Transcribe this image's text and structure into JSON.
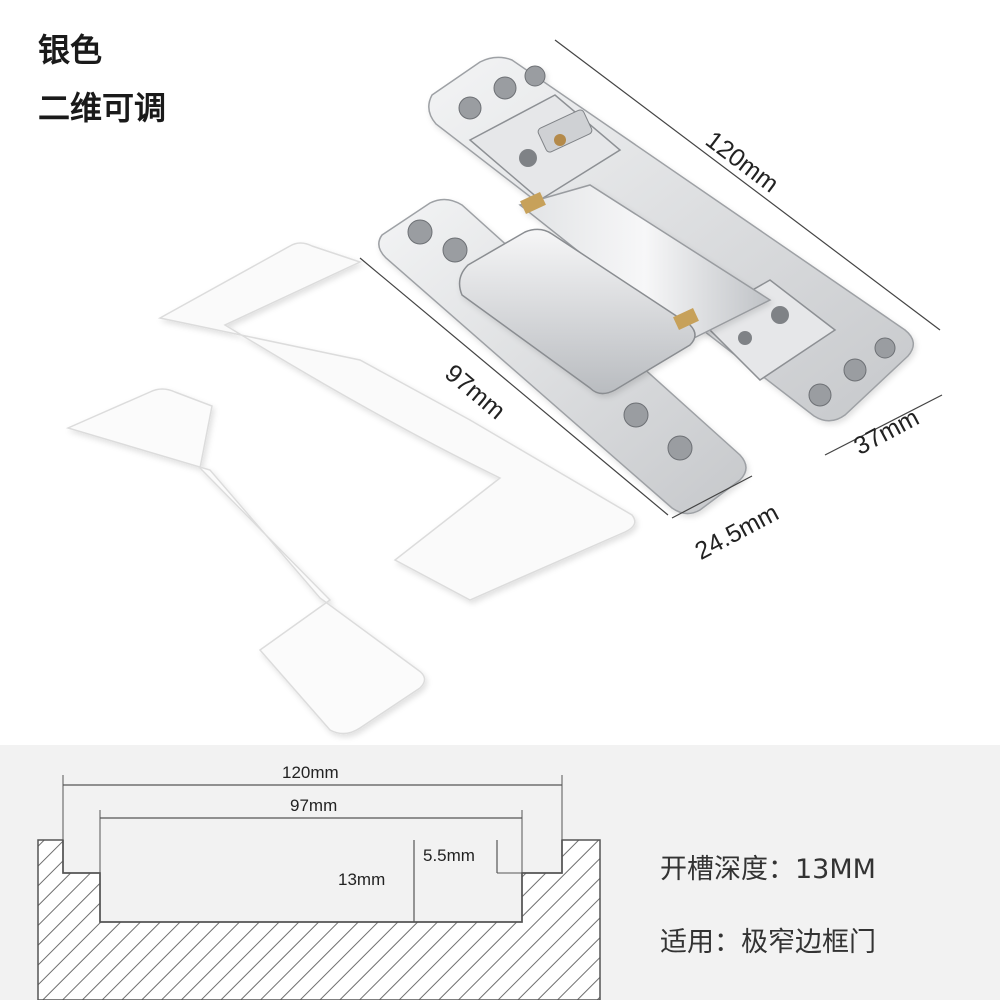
{
  "labels": {
    "color": "银色",
    "adjust": "二维可调"
  },
  "dimensions": {
    "total_length": "120mm",
    "plate_length": "97mm",
    "width_right": "37mm",
    "width_left": "24.5mm"
  },
  "groove_diagram": {
    "outer_length": "120mm",
    "inner_length": "97mm",
    "step_depth": "5.5mm",
    "total_depth": "13mm"
  },
  "specs": {
    "depth": "开槽深度：13MM",
    "usage": "适用：极窄边框门"
  },
  "colors": {
    "metal_light": "#e9eaec",
    "metal_mid": "#c9cbce",
    "metal_dark": "#8d9094",
    "panel_bg": "#f2f2f2",
    "hatch": "#6f6f6f"
  }
}
